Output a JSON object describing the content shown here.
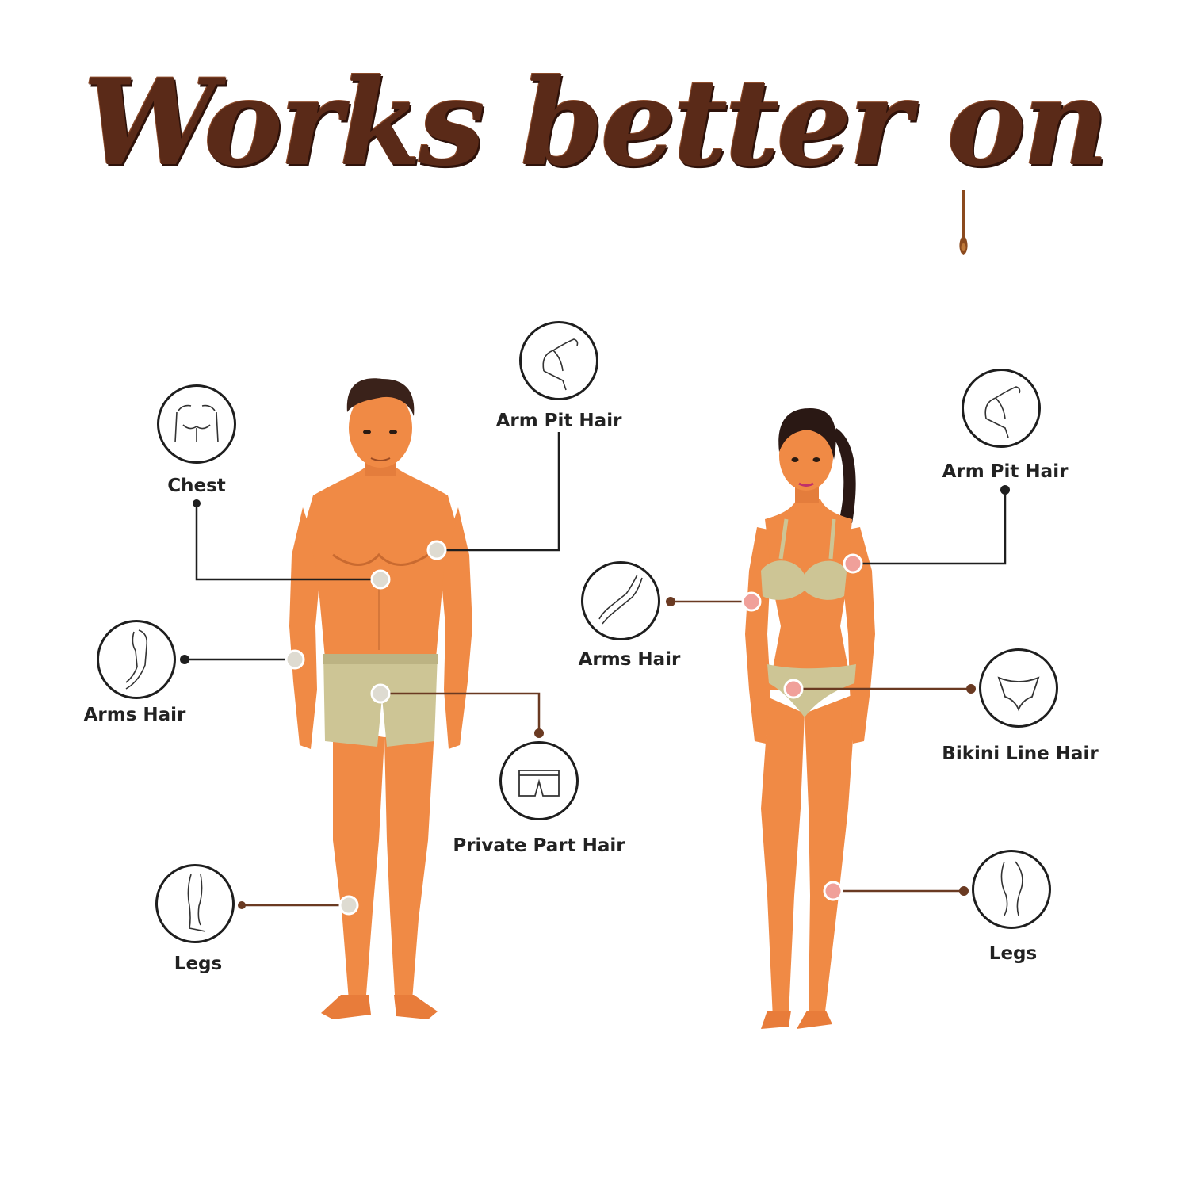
{
  "title": "Works better on",
  "colors": {
    "title": "#5a2a18",
    "skin": "#f08a45",
    "skin_shade": "#c96a30",
    "garment": "#cdc595",
    "male_marker": "#dedbd1",
    "female_marker": "#f0a09a",
    "connector_dark": "#1e1e1e",
    "connector_brown": "#6a3a22"
  },
  "male": {
    "labels": {
      "chest": "Chest",
      "arm_pit": "Arm Pit Hair",
      "arms": "Arms Hair",
      "private": "Private Part Hair",
      "legs": "Legs"
    },
    "icons": {
      "chest": "chest-icon",
      "arm_pit": "armpit-icon",
      "arms": "arm-icon",
      "private": "boxer-briefs-icon",
      "legs": "legs-icon"
    }
  },
  "female": {
    "labels": {
      "arm_pit": "Arm Pit Hair",
      "arms": "Arms Hair",
      "bikini": "Bikini Line Hair",
      "legs": "Legs"
    },
    "icons": {
      "arm_pit": "armpit-icon",
      "arms": "arm-icon",
      "bikini": "bikini-bottom-icon",
      "legs": "legs-icon"
    }
  }
}
